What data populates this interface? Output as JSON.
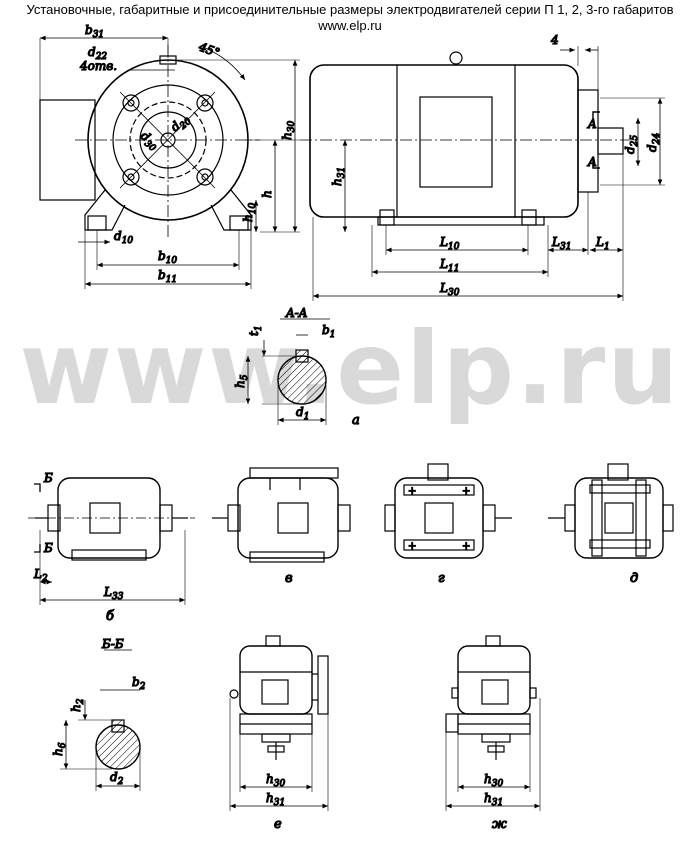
{
  "header": {
    "title": "Установочные, габаритные и присоединительные размеры электродвигателей серии П 1, 2, 3-го габаритов",
    "url": "www.elp.ru"
  },
  "watermark": "www.elp.ru",
  "front_view": {
    "b31": "b",
    "b31_sub": "31",
    "d22": "d",
    "d22_sub": "22",
    "holes": "4отв.",
    "angle": "45°",
    "d30": "d",
    "d30_sub": "30",
    "d20": "d",
    "d20_sub": "20",
    "h30": "h",
    "h30_sub": "30",
    "h10": "h",
    "h10_sub": "10",
    "h": "h",
    "d10": "d",
    "d10_sub": "10",
    "b10": "b",
    "b10_sub": "10",
    "b11": "b",
    "b11_sub": "11"
  },
  "side_view": {
    "dim4": "4",
    "h31": "h",
    "h31_sub": "31",
    "A": "A",
    "d25": "d",
    "d25_sub": "25",
    "d24": "d",
    "d24_sub": "24",
    "L10": "L",
    "L10_sub": "10",
    "L31": "L",
    "L31_sub": "31",
    "L1": "L",
    "L1_sub": "1",
    "L11": "L",
    "L11_sub": "11",
    "L30": "L",
    "L30_sub": "30"
  },
  "section_aa": {
    "title": "A-A",
    "t1": "t",
    "t1_sub": "1",
    "b1": "b",
    "b1_sub": "1",
    "h5": "h",
    "h5_sub": "5",
    "d1": "d",
    "d1_sub": "1",
    "caption": "а"
  },
  "view_b": {
    "B_top": "Б",
    "B_bottom": "Б",
    "L2": "L",
    "L2_sub": "2",
    "L33": "L",
    "L33_sub": "33",
    "caption": "б"
  },
  "view_v": {
    "caption": "в"
  },
  "view_g": {
    "caption": "г"
  },
  "view_d": {
    "caption": "д"
  },
  "section_bb": {
    "title": "Б-Б",
    "b2": "b",
    "b2_sub": "2",
    "h2": "h",
    "h2_sub": "2",
    "h6": "h",
    "h6_sub": "6",
    "d2": "d",
    "d2_sub": "2"
  },
  "view_e": {
    "h30": "h",
    "h30_sub": "30",
    "h31": "h",
    "h31_sub": "31",
    "caption": "е"
  },
  "view_zh": {
    "h30": "h",
    "h30_sub": "30",
    "h31": "h",
    "h31_sub": "31",
    "caption": "ж"
  }
}
